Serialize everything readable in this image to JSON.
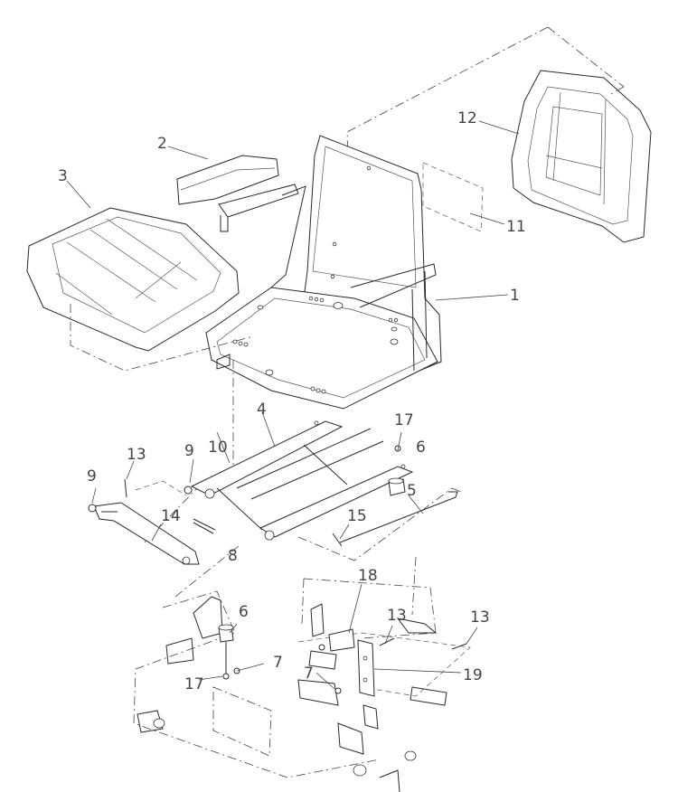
{
  "diagram": {
    "callouts": [
      {
        "id": "c1",
        "label": "1"
      },
      {
        "id": "c2",
        "label": "2"
      },
      {
        "id": "c3",
        "label": "3"
      },
      {
        "id": "c4",
        "label": "4"
      },
      {
        "id": "c5",
        "label": "5"
      },
      {
        "id": "c6a",
        "label": "6"
      },
      {
        "id": "c6b",
        "label": "6"
      },
      {
        "id": "c7a",
        "label": "7"
      },
      {
        "id": "c7b",
        "label": "7"
      },
      {
        "id": "c8",
        "label": "8"
      },
      {
        "id": "c9a",
        "label": "9"
      },
      {
        "id": "c9b",
        "label": "9"
      },
      {
        "id": "c10",
        "label": "10"
      },
      {
        "id": "c11",
        "label": "11"
      },
      {
        "id": "c12",
        "label": "12"
      },
      {
        "id": "c13a",
        "label": "13"
      },
      {
        "id": "c13b",
        "label": "13"
      },
      {
        "id": "c13c",
        "label": "13"
      },
      {
        "id": "c14",
        "label": "14"
      },
      {
        "id": "c15",
        "label": "15"
      },
      {
        "id": "c17a",
        "label": "17"
      },
      {
        "id": "c17b",
        "label": "17"
      },
      {
        "id": "c18",
        "label": "18"
      },
      {
        "id": "c19",
        "label": "19"
      }
    ]
  }
}
